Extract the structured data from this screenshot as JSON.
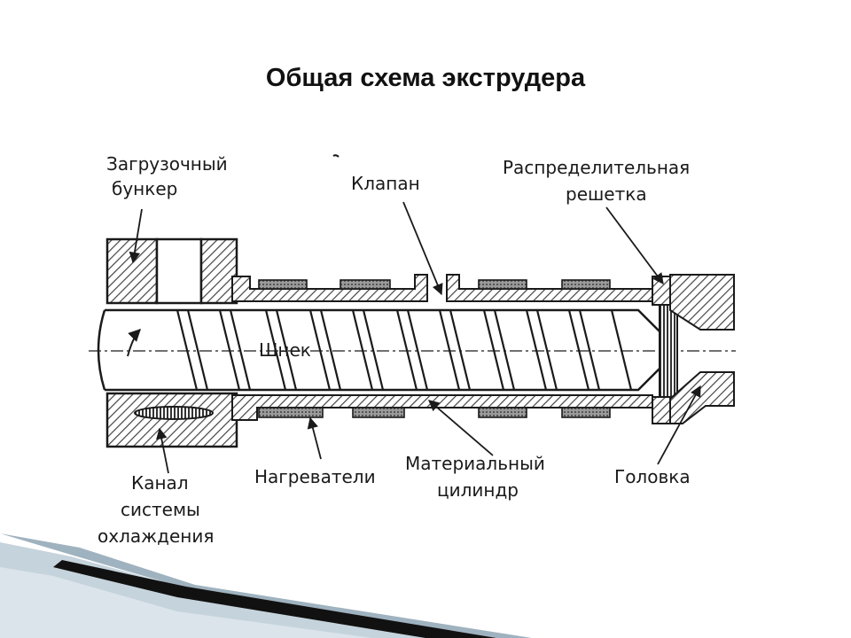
{
  "slide": {
    "title": "Общая схема экструдера"
  },
  "labels": {
    "hopper_line1": "Загрузочный",
    "hopper_line2": "бункер",
    "valve": "Клапан",
    "grid_line1": "Распределительная",
    "grid_line2": "решетка",
    "screw": "Шнек",
    "heaters": "Нагреватели",
    "cylinder_line1": "Материальный",
    "cylinder_line2": "цилиндр",
    "head": "Головка",
    "cooling_line1": "Канал",
    "cooling_line2": "системы",
    "cooling_line3": "охлаждения"
  },
  "colors": {
    "background": "#ffffff",
    "ink": "#1a1a1a",
    "hatch": "#555555",
    "heater_fill": "#8a8a8a",
    "corner_dark": "#111111",
    "corner_light": "#b8cbd6"
  }
}
